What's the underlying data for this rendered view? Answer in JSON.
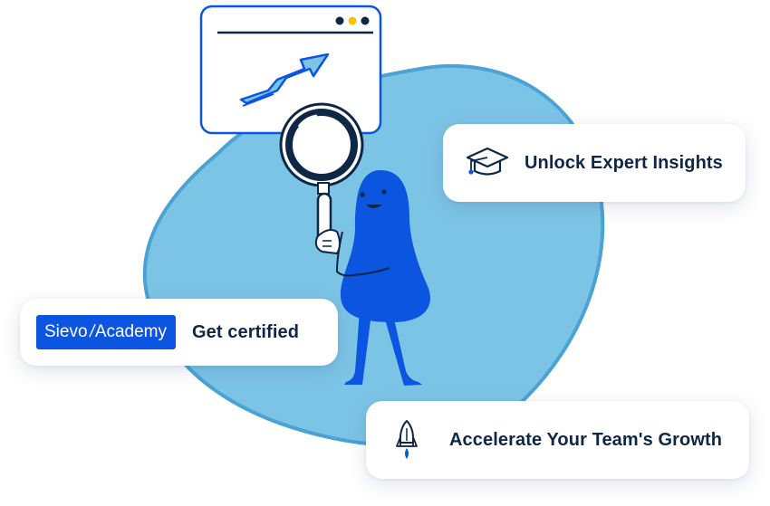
{
  "cards": {
    "insights": {
      "icon": "graduation-cap-icon",
      "label": "Unlock Expert Insights"
    },
    "certified": {
      "logo_part1": "Sievo",
      "logo_part2": "Academy",
      "label": "Get certified"
    },
    "growth": {
      "icon": "rocket-icon",
      "label": "Accelerate Your Team's Growth"
    }
  },
  "colors": {
    "blob": "#7cc4e6",
    "blob_outline": "#4aa3d4",
    "character": "#0b55e0",
    "navy_text": "#0f2747",
    "badge": "#0b55e0"
  }
}
